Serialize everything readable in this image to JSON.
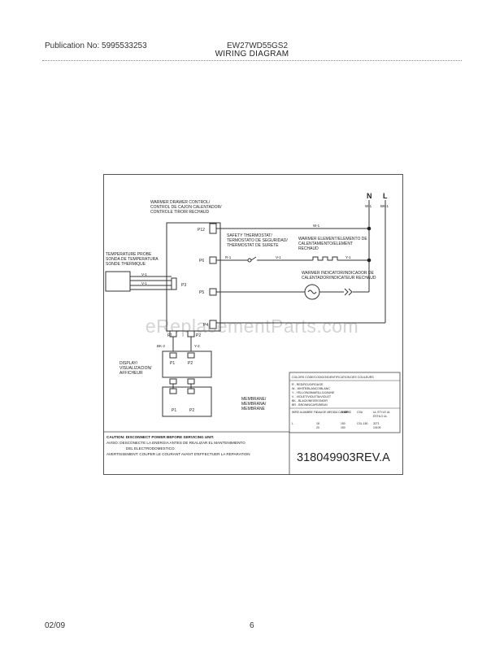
{
  "header": {
    "publication": "Publication No: 5995533253",
    "model": "EW27WD55GS2",
    "title": "WIRING DIAGRAM"
  },
  "footer": {
    "date": "02/09",
    "page": "6"
  },
  "watermark": "eReplacementParts.com",
  "diagram": {
    "control_label": [
      "WARMER DRAWER CONTROL/",
      "CONTROL DE CAJON CALENTADOR/",
      "CONTROLE TIROIR RECHAUD"
    ],
    "probe_label": [
      "TEMPERATURE PROBE",
      "SONDA DE TEMPERATURA",
      "SONDE THERMIQUE"
    ],
    "thermostat_label": [
      "SAFETY THERMOSTAT/",
      "TERMOSTATO DE SEGURIDAD/",
      "THERMOSTAT DE SURETE"
    ],
    "element_label": [
      "WARMER ELEMENT/ELEMENTO DE",
      "CALENTAMIENTO/ELEMENT",
      "RECHAUD"
    ],
    "indicator_label": [
      "WARMER INDICATOR/INDICADOR DE",
      "CALENTADOR/INDICATEUR RECHAUD"
    ],
    "display_label": [
      "DISPLAY/",
      "VISUALIZACION/",
      "AFFICHEUR"
    ],
    "membrane_label": [
      "MEMBRANE/",
      "MEMBRANA/",
      "MEMBRANE"
    ],
    "terminal_n": "N",
    "terminal_l": "L",
    "wire_n": "W-1",
    "wire_l": "BK-1",
    "connectors": {
      "p12": "P12",
      "p6": "P6",
      "p3": "P3",
      "p5": "P5",
      "p4": "P4",
      "p1": "P1",
      "p2": "P2"
    },
    "wires": {
      "w1": "W-1",
      "r1": "R-1",
      "v1": "V-1",
      "y1": "Y-1",
      "bk2": "BK-2",
      "y2": "Y-2"
    },
    "color_key": {
      "title": "COLORS CODE/CODIGO/IDENTIFICATION DES COULEURS",
      "rows": [
        "R - RED/ROJO/ROUGE",
        "W - WHITE/BLANCO/BLANC",
        "Y - YELLOW/AMARILLO/JAUNE",
        "V - VIOLET/VIOLETA/VIOLET",
        "BK - BLACK/NEGRO/NOIR",
        "BR - BROWN/CAFE/BRUN"
      ],
      "table_head": [
        "WIRE ALAMBRE FIL",
        "GAUGE MEDIDA CALIBRE",
        "TEMP. C",
        "CSA",
        "UL STYLE UL",
        "ESTILO UL"
      ],
      "table_row1": [
        "L",
        "18",
        "150",
        "CSL-150",
        "3271"
      ],
      "table_row2": [
        "",
        "20",
        "150",
        "",
        "10109"
      ]
    },
    "caution": [
      "CAUTION: DISCONNECT POWER BEFORE SERVICING UNIT.",
      "AVISO: DESCONECTE LA ENERGIA ANTES DE REALIZAR EL MANTENIMIENTO",
      "DEL ELECTRODOMESTICO.",
      "AVERTISSEMENT: COUPER LE COURANT AVANT D'EFFECTUER LA REPARATION"
    ],
    "part_number": "318049903REV.A"
  }
}
